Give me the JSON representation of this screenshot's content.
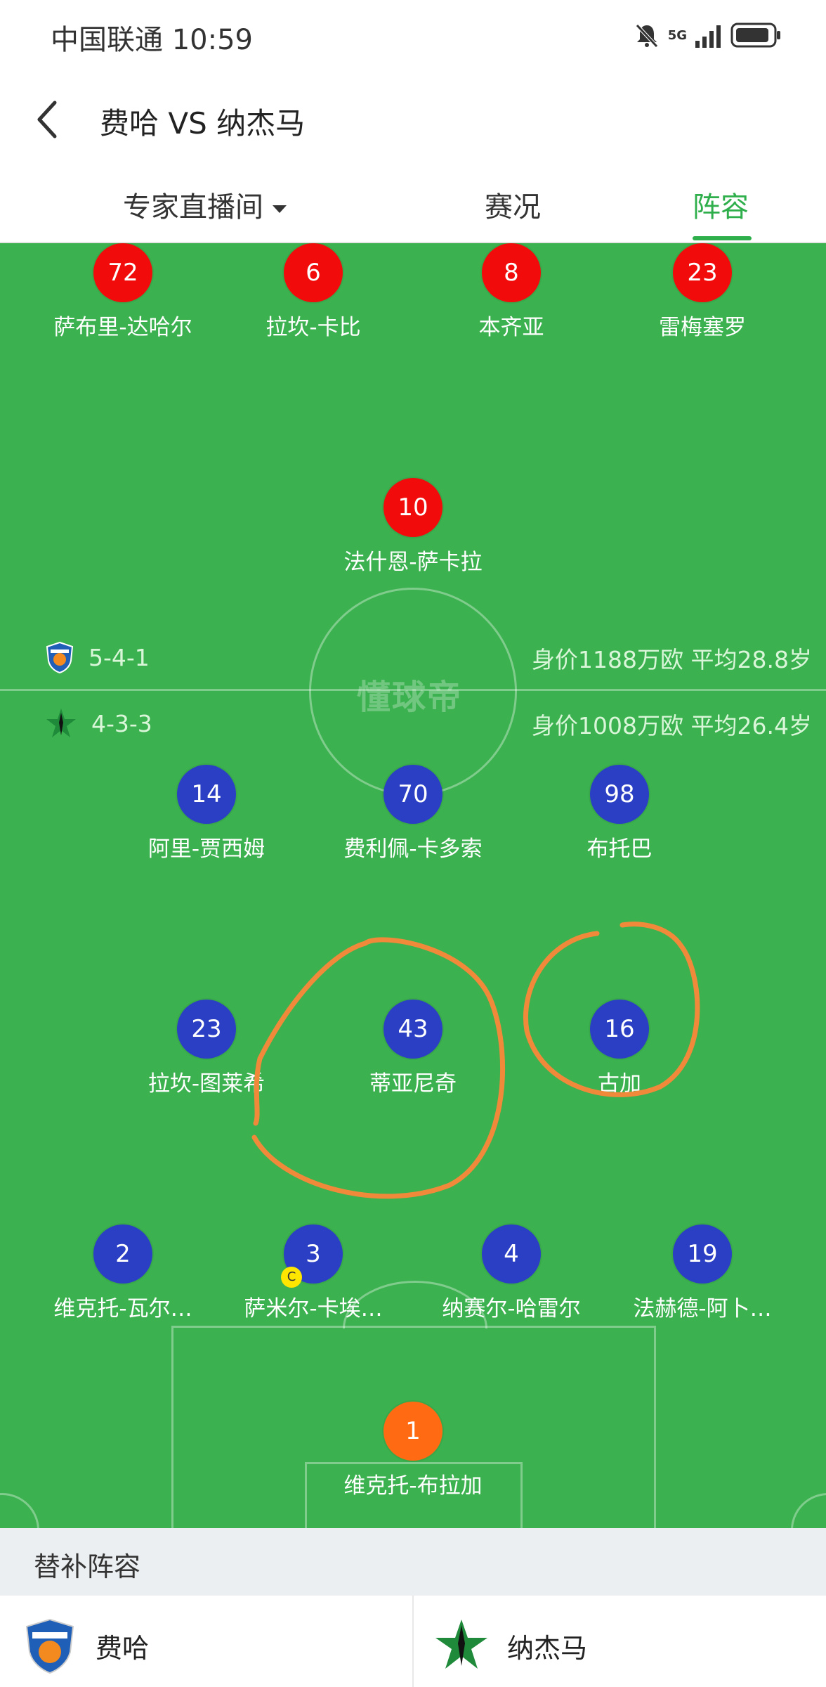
{
  "status_bar": {
    "carrier": "中国联通",
    "time": "10:59",
    "network": "5G"
  },
  "header": {
    "title": "费哈 VS 纳杰马"
  },
  "tabs": [
    {
      "label": "专家直播间"
    },
    {
      "label": "赛况"
    },
    {
      "label": "阵容"
    }
  ],
  "watermark": "懂球帝",
  "home_team": {
    "name": "费哈",
    "formation": "5-4-1",
    "value_info": "身价1188万欧 平均28.8岁",
    "color": "#f20b0b",
    "players": [
      {
        "number": "72",
        "name": "萨布里-达哈尔"
      },
      {
        "number": "6",
        "name": "拉坎-卡比"
      },
      {
        "number": "8",
        "name": "本齐亚"
      },
      {
        "number": "23",
        "name": "雷梅塞罗"
      },
      {
        "number": "10",
        "name": "法什恩-萨卡拉"
      }
    ]
  },
  "away_team": {
    "name": "纳杰马",
    "formation": "4-3-3",
    "value_info": "身价1008万欧 平均26.4岁",
    "color": "#2a3fc4",
    "players": [
      {
        "number": "14",
        "name": "阿里-贾西姆"
      },
      {
        "number": "70",
        "name": "费利佩-卡多索"
      },
      {
        "number": "98",
        "name": "布托巴"
      },
      {
        "number": "23",
        "name": "拉坎-图莱希"
      },
      {
        "number": "43",
        "name": "蒂亚尼奇"
      },
      {
        "number": "16",
        "name": "古加"
      },
      {
        "number": "2",
        "name": "维克托-瓦尔…"
      },
      {
        "number": "3",
        "name": "萨米尔-卡埃…",
        "captain": "C"
      },
      {
        "number": "4",
        "name": "纳赛尔-哈雷尔"
      },
      {
        "number": "19",
        "name": "法赫德-阿卜…"
      },
      {
        "number": "1",
        "name": "维克托-布拉加"
      }
    ]
  },
  "subs": {
    "title": "替补阵容"
  }
}
